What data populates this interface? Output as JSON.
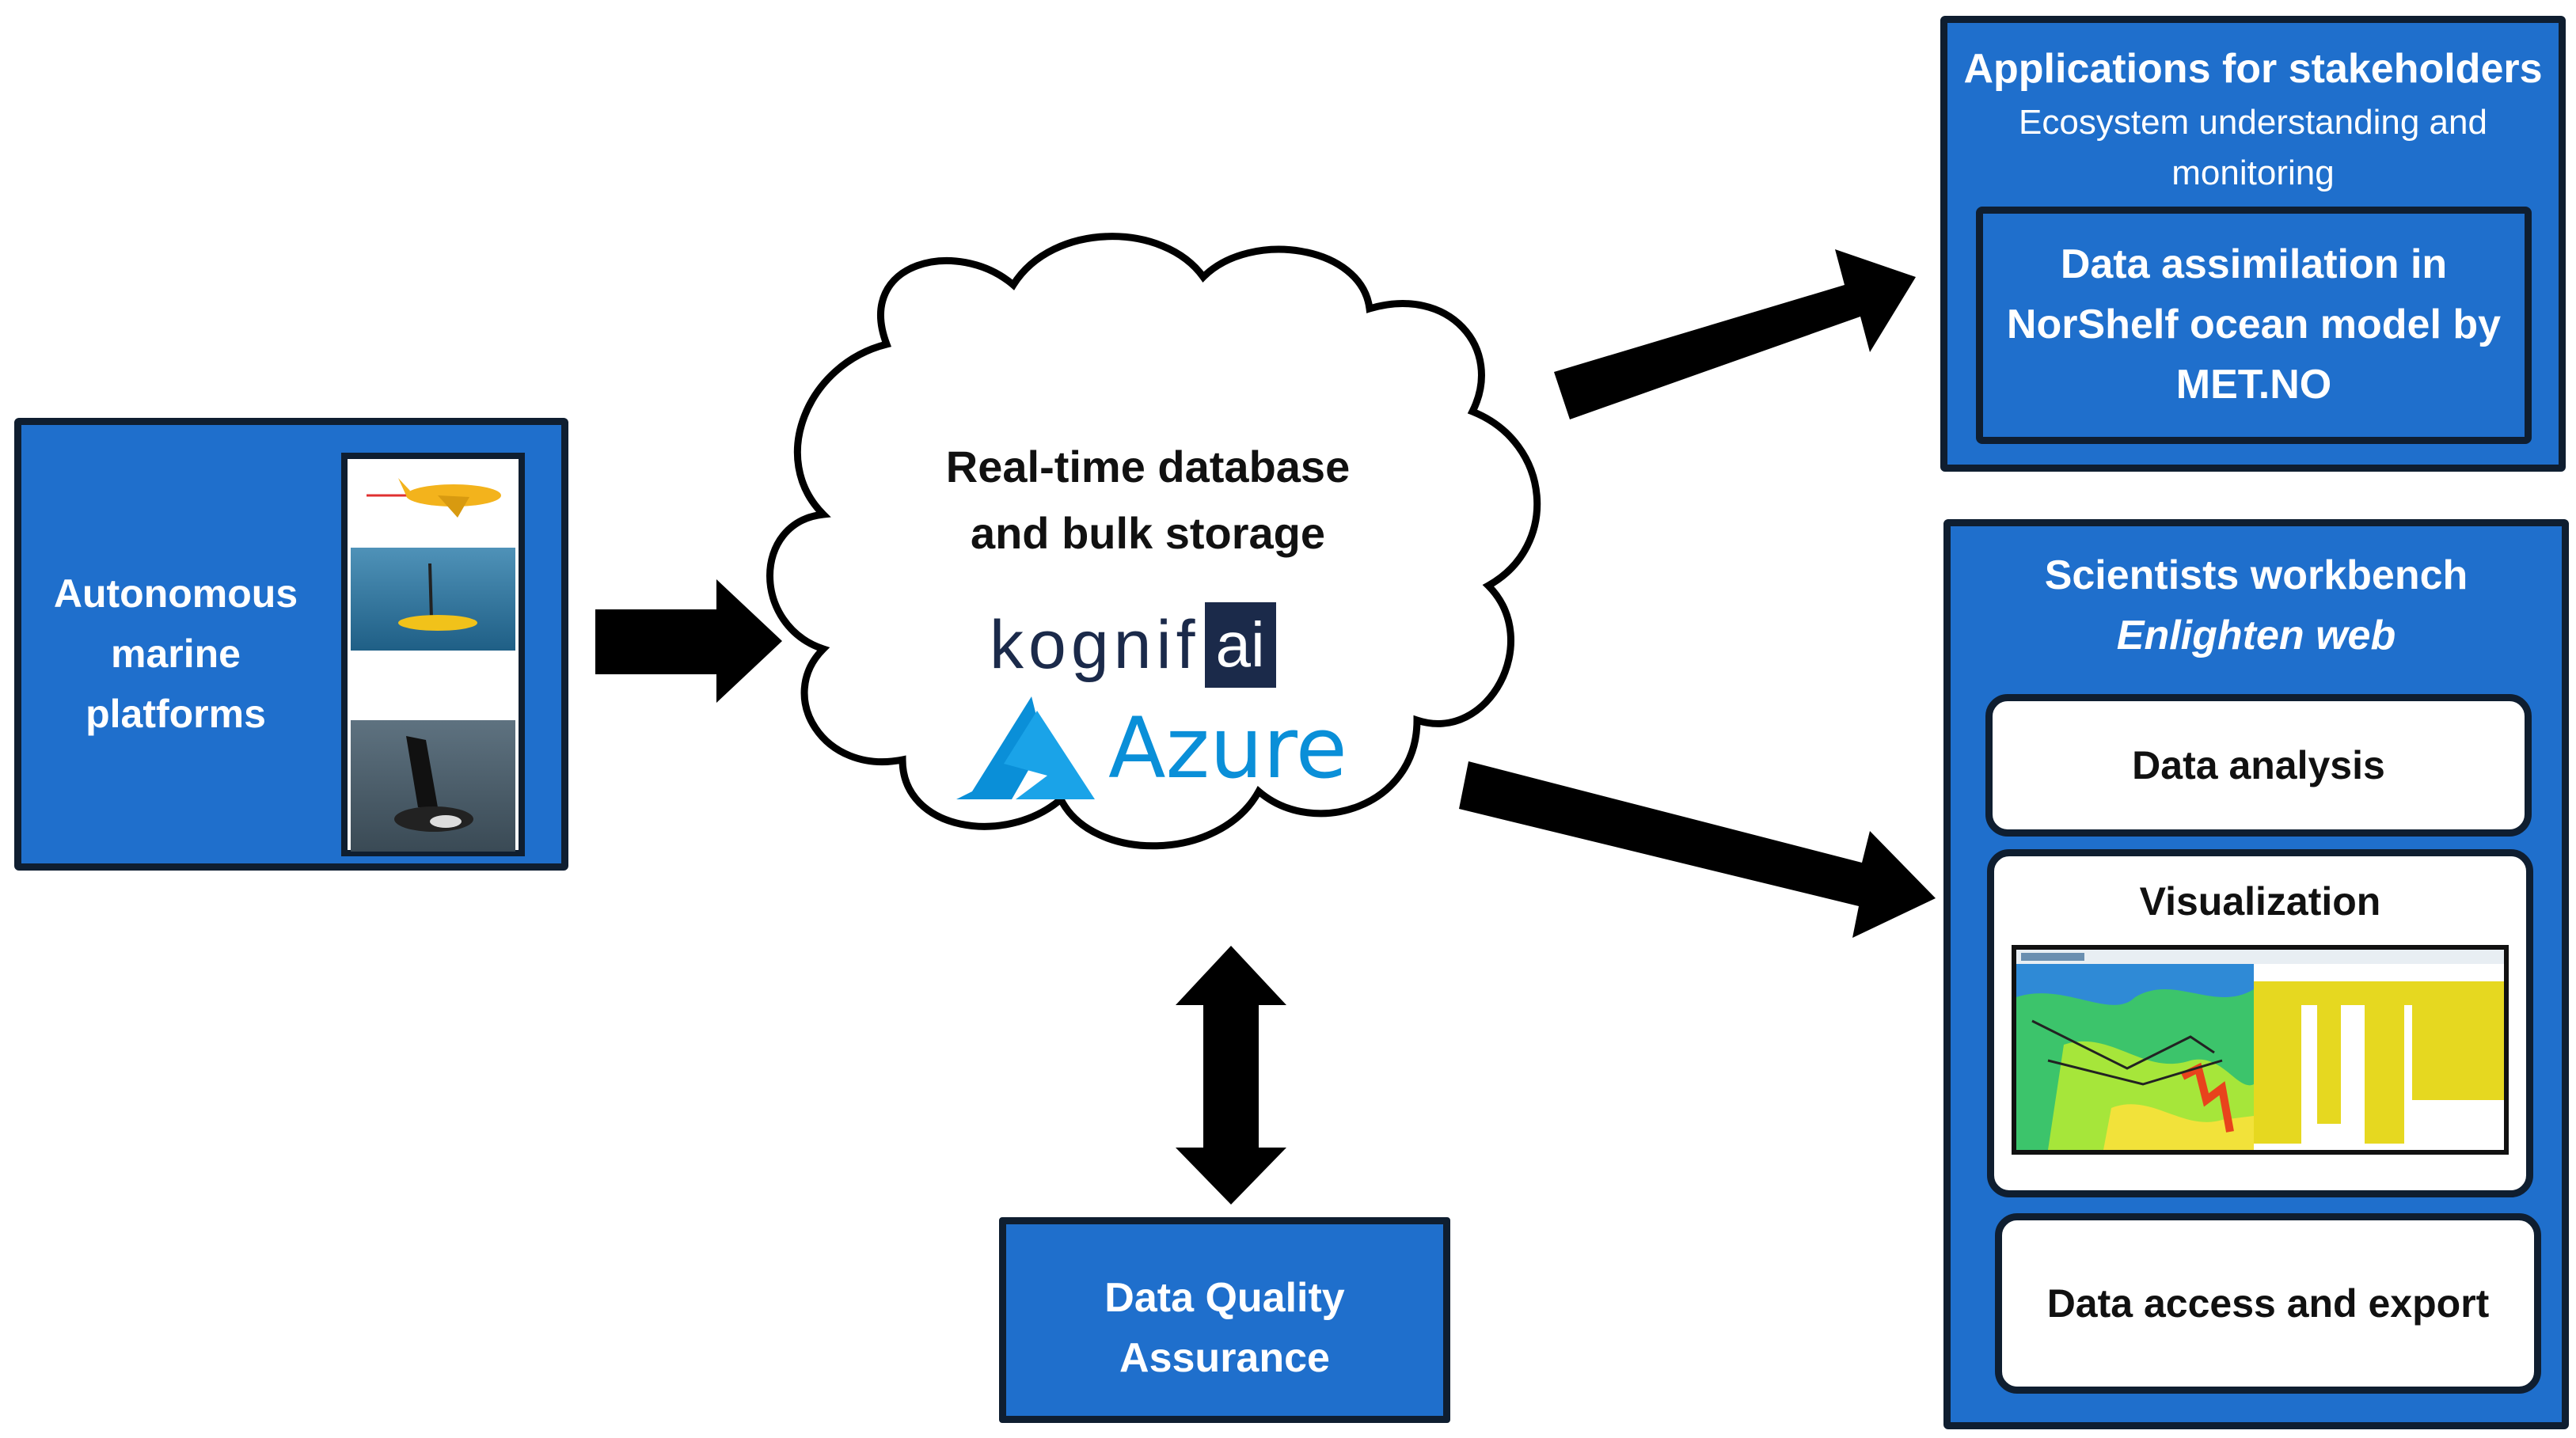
{
  "platforms": {
    "label": "Autonomous marine platforms",
    "images": [
      "glider-photo",
      "sailbuoy-photo",
      "seaglider-fin-photo"
    ]
  },
  "cloud": {
    "title_line1": "Real-time database",
    "title_line2": "and bulk storage",
    "kognifai_word": "kognif",
    "kognifai_suffix": "ai",
    "azure_word": "Azure"
  },
  "quality": {
    "label_line1": "Data Quality",
    "label_line2": "Assurance"
  },
  "stakeholders": {
    "title": "Applications for stakeholders",
    "subtitle_line1": "Ecosystem understanding and",
    "subtitle_line2": "monitoring",
    "inner_line1": "Data assimilation in",
    "inner_line2": "NorShelf ocean model by",
    "inner_line3": "MET.NO"
  },
  "workbench": {
    "title": "Scientists workbench",
    "subtitle": "Enlighten web",
    "analysis": "Data analysis",
    "visualization": "Visualization",
    "export": "Data access and export"
  },
  "colors": {
    "box_blue": "#1f6fcc",
    "border_dark": "#0f1e30",
    "kognifai_navy": "#1b2a4a",
    "azure_blue": "#0a8fd8"
  }
}
